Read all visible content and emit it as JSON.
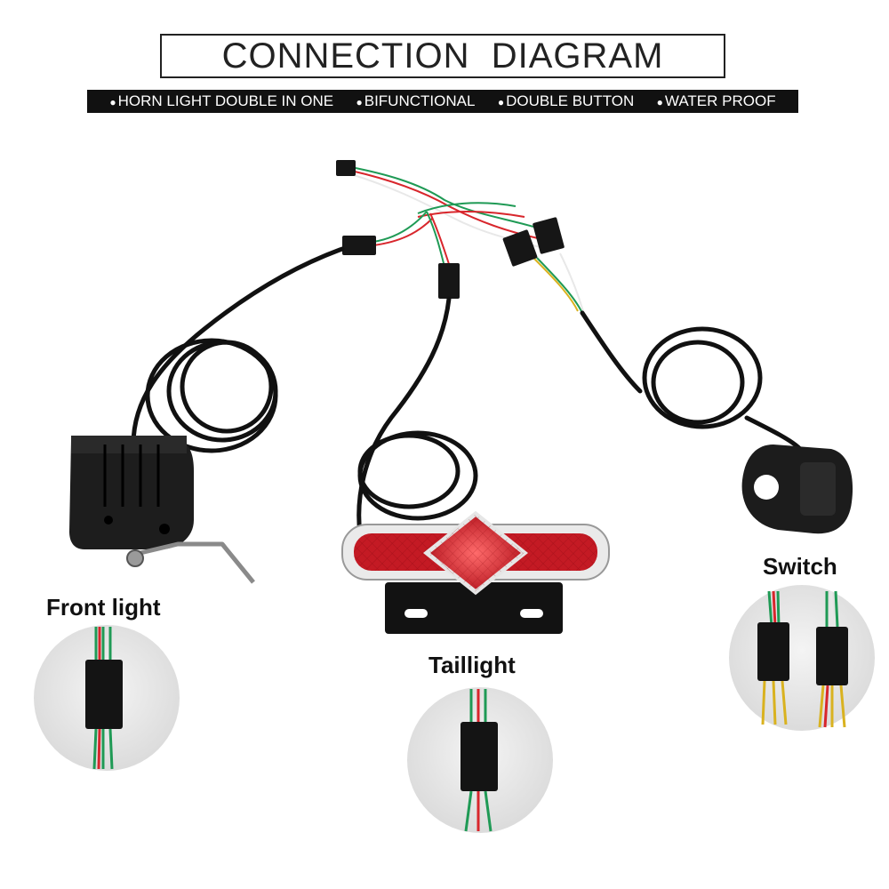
{
  "header": {
    "title": "CONNECTION  DIAGRAM",
    "features": [
      "HORN LIGHT DOUBLE IN ONE",
      "BIFUNCTIONAL",
      "DOUBLE BUTTON",
      "WATER PROOF"
    ]
  },
  "labels": {
    "front_light": "Front light",
    "taillight": "Taillight",
    "switch": "Switch"
  },
  "colors": {
    "cable": "#111111",
    "wire_red": "#d8262c",
    "wire_green": "#1f9a55",
    "wire_white": "#e8e8e8",
    "wire_yellow": "#d9b21f",
    "tail_red": "#d8232f"
  }
}
